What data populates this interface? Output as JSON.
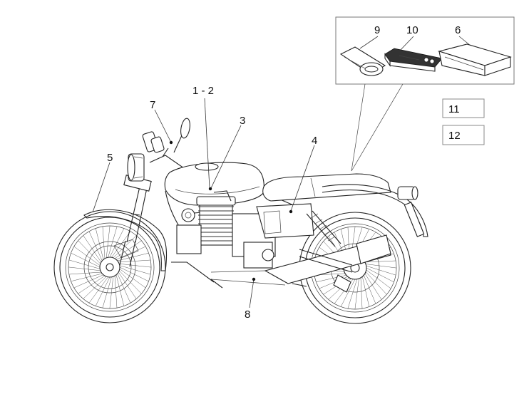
{
  "callouts": {
    "c1": "1 - 2",
    "c3": "3",
    "c4": "4",
    "c5": "5",
    "c6": "6",
    "c7": "7",
    "c8": "8",
    "c9": "9",
    "c10": "10",
    "c11": "11",
    "c12": "12"
  },
  "icons": {
    "accessory_box": "kit-detail-box",
    "cloth": "folded-cloth-icon",
    "manual": "owners-manual-icon",
    "cover": "cover-pouch-icon"
  }
}
